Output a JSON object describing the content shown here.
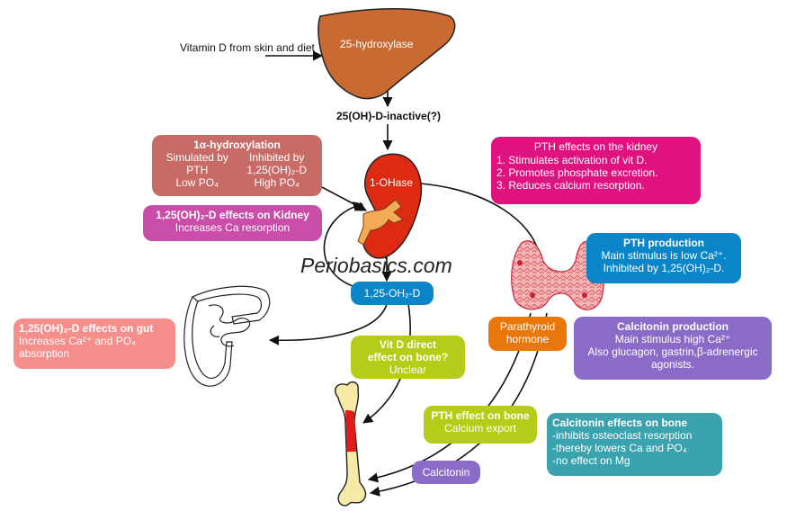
{
  "colors": {
    "liver": "#c96a32",
    "kidney": "#dd2a12",
    "hydroxylation_box": "#c86b67",
    "kidney_effects_box": "#c94da9",
    "pth_kidney_box": "#e0127f",
    "pth_production_box": "#0a86c8",
    "calcitonin_production_box": "#8a6cc8",
    "gut_box": "#f68e8c",
    "bone_direct_box": "#b5cc18",
    "pth_bone_box": "#b5cc18",
    "calcitonin_effects_box": "#3aa3ad",
    "calcitonin_box": "#8a6cc8",
    "parathyroid_box": "#e8770c",
    "calcitriol_box": "#0a86c8",
    "watermark": "#222222"
  },
  "icons": [
    "liver-icon",
    "kidney-icon",
    "thyroid-icon",
    "intestine-icon",
    "bone-icon"
  ],
  "vitamin_source": {
    "line1": "Vitamin D from",
    "line2": "skin and diet"
  },
  "liver_label": "25-hydroxylase",
  "inactive_label": "25(OH)-D-inactive(?)",
  "kidney_label": "1-OHase",
  "hydroxylation": {
    "title": "1α-hydroxylation",
    "col1": [
      "Simulated by",
      "PTH",
      "Low PO₄"
    ],
    "col2": [
      "Inhibited by",
      "1,25(OH)₂-D",
      "High PO₄"
    ]
  },
  "kidney_effects": {
    "title": "1,25(OH)₂-D effects on Kidney",
    "line1": "Increases Ca resorption"
  },
  "pth_kidney": {
    "title": "PTH effects on the kidney",
    "items": [
      "1. Stimulates activation of vit D.",
      "2. Promotes phosphate excretion.",
      "3. Reduces calcium resorption."
    ]
  },
  "pth_production": {
    "title": "PTH production",
    "line1": "Main stimulus is low Ca²⁺.",
    "line2": "Inhibited by 1,25(OH)₂-D."
  },
  "calcitonin_production": {
    "title": "Calcitonin production",
    "line1": "Main stimulus high Ca²⁺",
    "line2": "Also glucagon, gastrin,β-adrenergic",
    "line3": "agonists."
  },
  "gut_effects": {
    "title": "1,25(OH)₂-D effects on gut",
    "line1": "Increases Ca²⁺ and PO₄",
    "line2": "absorption"
  },
  "calcitriol_label": "1,25-OH₂-D",
  "watermark": "Periobasics.com",
  "bone_direct": {
    "line1": "Vit D direct",
    "line2": "effect on bone?",
    "line3": "Unclear"
  },
  "parathyroid": {
    "line1": "Parathyroid",
    "line2": "hormone"
  },
  "pth_bone": {
    "title": "PTH effect on bone",
    "line1": "Calcium export"
  },
  "calcitonin_effects": {
    "title": "Calcitonin effects on bone",
    "items": [
      "-inhibits osteoclast resorption",
      "-thereby lowers Ca and PO₄",
      "-no effect on Mg"
    ]
  },
  "calcitonin_label": "Calcitonin"
}
